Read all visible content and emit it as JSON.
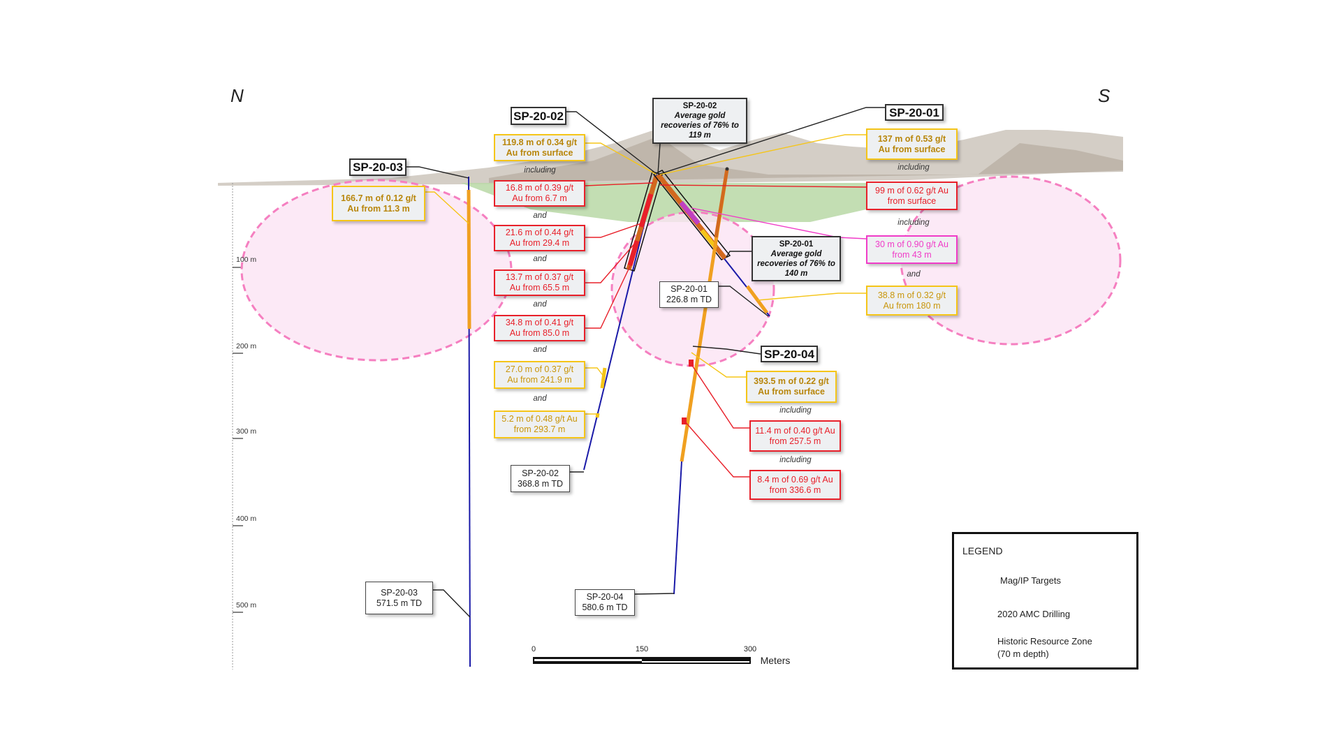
{
  "directions": {
    "north": "N",
    "south": "S"
  },
  "depth_axis": [
    "100 m",
    "200 m",
    "300 m",
    "400 m",
    "500 m"
  ],
  "holes": {
    "sp2003": {
      "name": "SP-20-03",
      "td": [
        "SP-20-03",
        "571.5 m TD"
      ]
    },
    "sp2002": {
      "name": "SP-20-02",
      "td": [
        "SP-20-02",
        "368.8 m TD"
      ]
    },
    "sp2001": {
      "name": "SP-20-01",
      "td": [
        "SP-20-01",
        "226.8 m TD"
      ]
    },
    "sp2004": {
      "name": "SP-20-04",
      "td": [
        "SP-20-04",
        "580.6 m TD"
      ]
    }
  },
  "recoveries": {
    "sp2002": [
      "SP-20-02",
      "Average gold",
      "recoveries of 76% to",
      "119 m"
    ],
    "sp2001": [
      "SP-20-01",
      "Average gold",
      "recoveries of 76% to",
      "140 m"
    ]
  },
  "intercepts": {
    "a1": [
      "166.7 m of 0.12 g/t",
      "Au from 11.3 m"
    ],
    "b1": [
      "119.8 m of 0.34 g/t",
      "Au from surface"
    ],
    "b2": [
      "16.8 m of 0.39 g/t",
      "Au from 6.7 m"
    ],
    "b3": [
      "21.6 m of 0.44 g/t",
      "Au from 29.4 m"
    ],
    "b4": [
      "13.7 m of 0.37 g/t",
      "Au from 65.5 m"
    ],
    "b5": [
      "34.8 m of 0.41 g/t",
      "Au from 85.0 m"
    ],
    "b6": [
      "27.0 m of 0.37 g/t",
      "Au from 241.9 m"
    ],
    "b7": [
      "5.2 m of 0.48 g/t Au",
      "from 293.7 m"
    ],
    "c1": [
      "137 m of 0.53 g/t",
      "Au from surface"
    ],
    "c2": [
      "99 m of 0.62 g/t Au",
      "from surface"
    ],
    "c3": [
      "30 m of 0.90 g/t Au",
      "from 43 m"
    ],
    "c4": [
      "38.8 m of 0.32 g/t",
      "Au from 180 m"
    ],
    "d1": [
      "393.5 m of 0.22 g/t",
      "Au from surface"
    ],
    "d2": [
      "11.4 m of 0.40 g/t Au",
      "from 257.5 m"
    ],
    "d3": [
      "8.4 m of 0.69 g/t Au",
      "from 336.6 m"
    ]
  },
  "connectors": {
    "including": "including",
    "and": "and"
  },
  "scale_bar": {
    "labels": [
      "0",
      "150",
      "300"
    ],
    "unit": "Meters"
  },
  "legend": {
    "title": "LEGEND",
    "items": [
      "Mag/IP Targets",
      "2020 AMC Drilling",
      "Historic Resource Zone",
      "(70 m depth)"
    ]
  },
  "colors": {
    "gold": "#f5c518",
    "red": "#e8202a",
    "magenta": "#f03cc8",
    "drill": "#1a1aa8",
    "target": "#f57fc0",
    "resource": "#b9d8a6"
  }
}
